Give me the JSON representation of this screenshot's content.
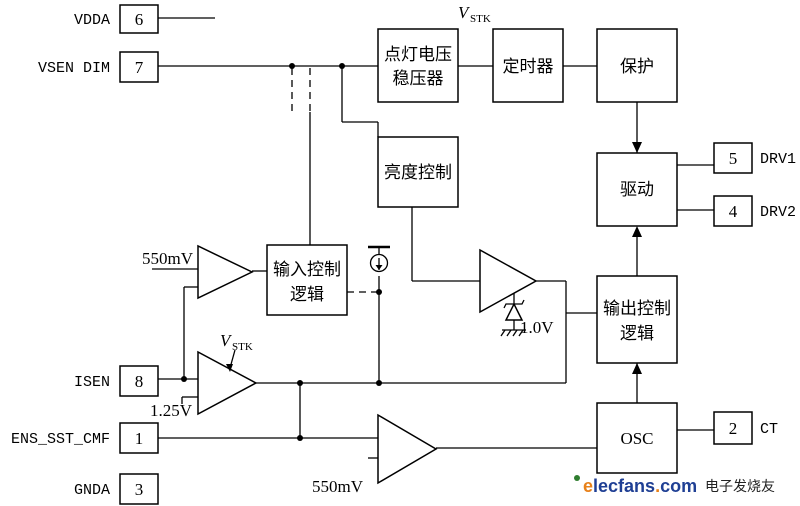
{
  "pins": {
    "vdda": {
      "label": "VDDA",
      "num": "6"
    },
    "vsen": {
      "label": "VSEN DIM",
      "num": "7"
    },
    "drv1": {
      "label": "DRV1",
      "num": "5"
    },
    "drv2": {
      "label": "DRV2",
      "num": "4"
    },
    "ct": {
      "label": "CT",
      "num": "2"
    },
    "isen": {
      "label": "ISEN",
      "num": "8"
    },
    "ens": {
      "label": "ENS_SST_CMF",
      "num": "1"
    },
    "gnda": {
      "label": "GNDA",
      "num": "3"
    }
  },
  "blocks": {
    "regulator_line1": "点灯电压",
    "regulator_line2": "稳压器",
    "timer": "定时器",
    "protect": "保护",
    "brightness": "亮度控制",
    "drive": "驱动",
    "input_logic_line1": "输入控制",
    "input_logic_line2": "逻辑",
    "output_logic_line1": "输出控制",
    "output_logic_line2": "逻辑",
    "osc": "OSC"
  },
  "labels": {
    "vstk_main": "V",
    "vstk_main_sub": "STK",
    "vstk_comp": "V",
    "vstk_comp_sub": "STK",
    "ref_550_top": "550mV",
    "ref_125": "1.25V",
    "ref_10": "1.0V",
    "ref_550_bottom": "550mV"
  },
  "watermark": {
    "brand_e": "e",
    "brand_rest": "lecfans",
    "brand_dot": ".",
    "brand_com": "com",
    "cn": "电子发烧友"
  }
}
